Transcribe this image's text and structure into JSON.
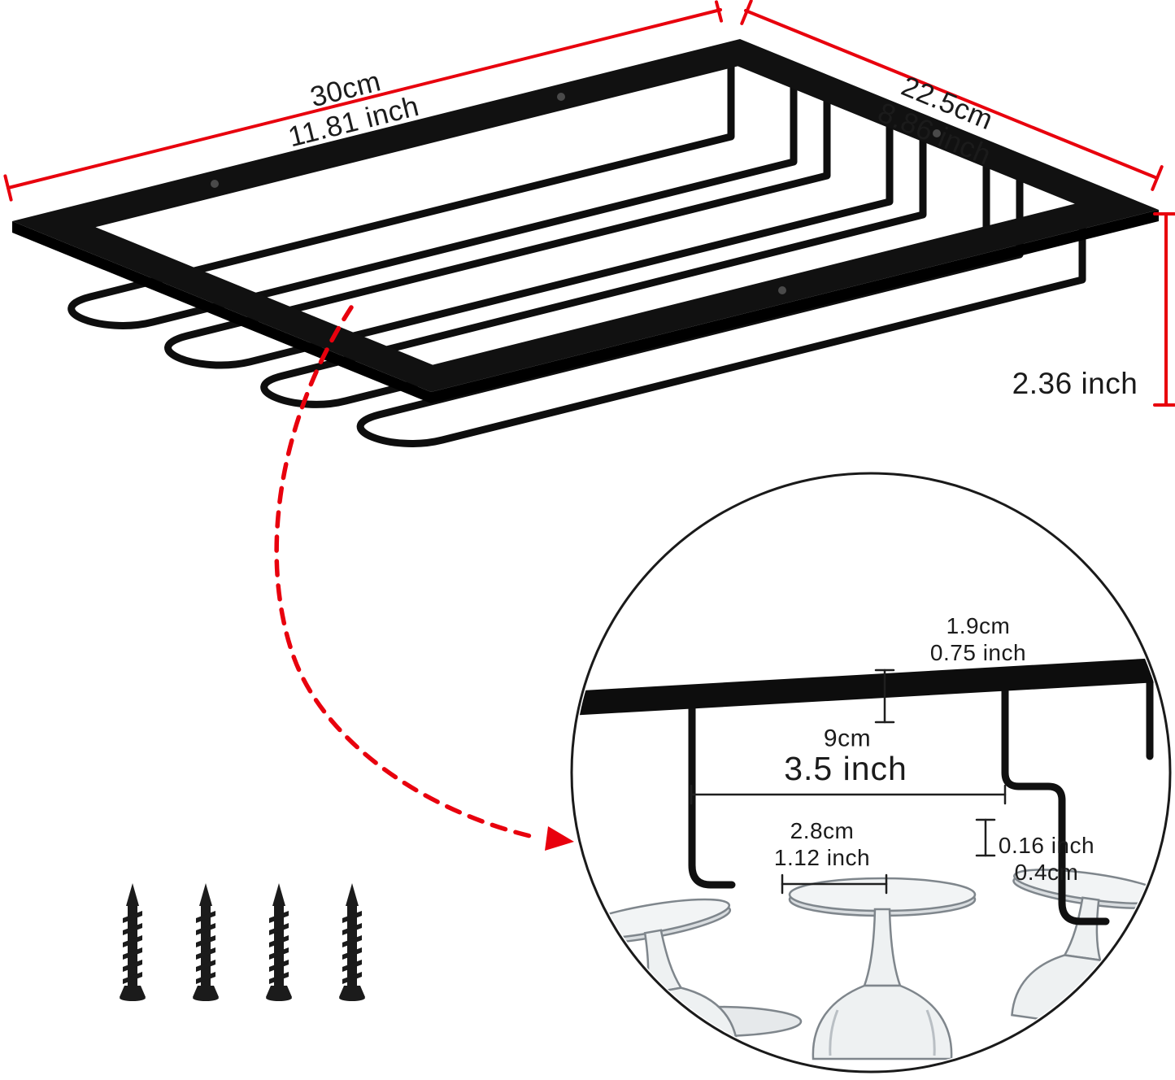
{
  "product": {
    "rack_dimensions": {
      "width": {
        "metric": "30cm",
        "imperial": "11.81 inch"
      },
      "depth": {
        "metric": "22.5cm",
        "imperial": "8.86 inch"
      },
      "height": {
        "imperial": "2.36 inch"
      }
    },
    "detail_dimensions": {
      "bar_thickness": {
        "metric": "1.9cm",
        "imperial": "0.75 inch"
      },
      "slot_width": {
        "metric": "9cm",
        "imperial": "3.5 inch"
      },
      "stem_slot": {
        "metric": "2.8cm",
        "imperial": "1.12 inch"
      },
      "wire_diameter": {
        "imperial": "0.16 inch",
        "metric": "0.4cm"
      }
    },
    "hardware": {
      "screw_count": 4
    },
    "colors": {
      "dimension_red": "#e8000d",
      "metal_black": "#111111"
    }
  }
}
